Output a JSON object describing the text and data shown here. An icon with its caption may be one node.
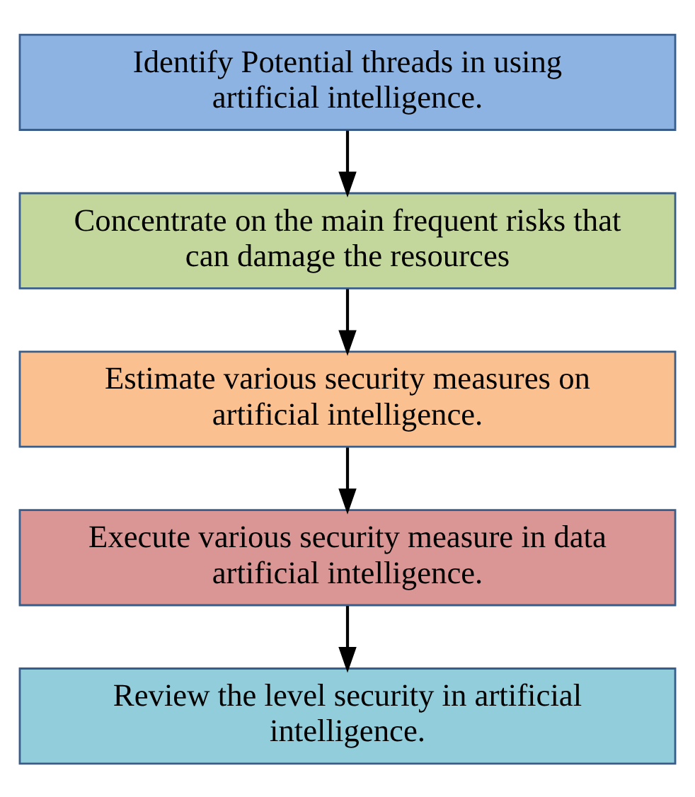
{
  "diagram": {
    "nodes": [
      {
        "text": [
          "Identify Potential threads in using artificial intelligence."
        ]
      },
      {
        "text": [
          "Concentrate on the main frequent risks that can damage the resources"
        ]
      },
      {
        "text": [
          "Estimate various security measures on artificial intelligence."
        ]
      },
      {
        "text": [
          "Execute various security measure in data artificial intelligence."
        ]
      },
      {
        "text": [
          "Review the level security in artificial intelligence."
        ]
      }
    ],
    "edges": [
      {
        "from": 0,
        "to": 1,
        "arrow": "to"
      },
      {
        "from": 1,
        "to": 2,
        "arrow": "to"
      },
      {
        "from": 2,
        "to": 3,
        "arrow": "to"
      },
      {
        "from": 3,
        "to": 4,
        "arrow": "to"
      }
    ]
  }
}
